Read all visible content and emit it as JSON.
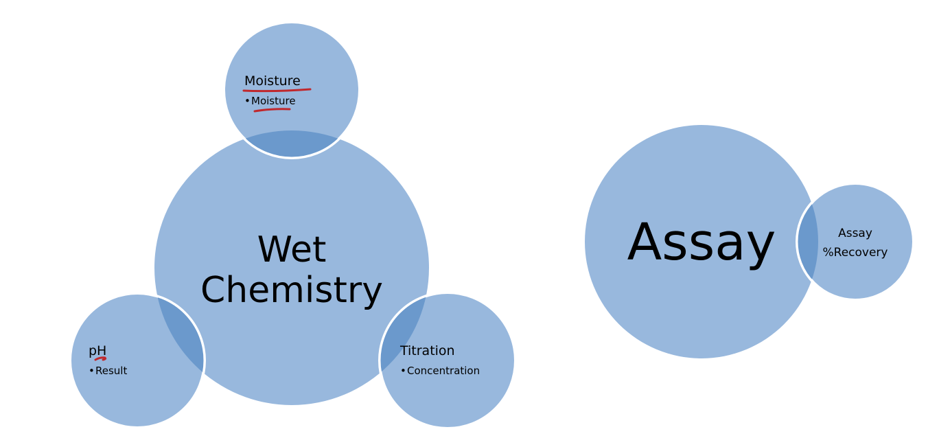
{
  "colors": {
    "circle_fill": "#98b8dd",
    "overlap_fill": "#6b99cc",
    "circle_stroke": "#ffffff",
    "text": "#000000",
    "ink_mark": "#c0282d"
  },
  "wet_chemistry": {
    "center_label_line1": "Wet",
    "center_label_line2": "Chemistry",
    "moisture": {
      "title": "Moisture",
      "bullet": "•",
      "item": "Moisture"
    },
    "ph": {
      "title": "pH",
      "bullet": "•",
      "item": "Result"
    },
    "titration": {
      "title": "Titration",
      "bullet": "•",
      "item": "Concentration"
    }
  },
  "assay": {
    "center_label": "Assay",
    "satellite_line1": "Assay",
    "satellite_line2": "%Recovery"
  },
  "annotations": [
    {
      "name": "underline-moisture-title"
    },
    {
      "name": "underline-moisture-item"
    },
    {
      "name": "underline-ph"
    }
  ]
}
